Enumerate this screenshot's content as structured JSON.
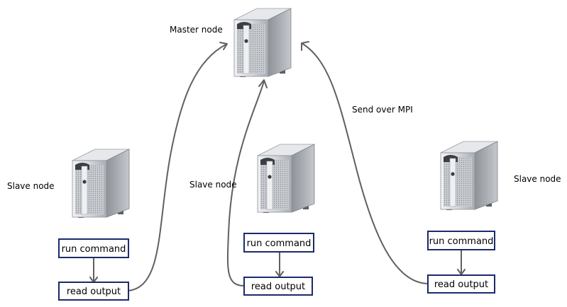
{
  "nodes": {
    "master": {
      "label": "Master node"
    },
    "slave_left": {
      "label": "Slave node",
      "boxes": {
        "run": "run command",
        "read": "read output"
      }
    },
    "slave_center": {
      "label": "Slave node",
      "boxes": {
        "run": "run command",
        "read": "read output"
      }
    },
    "slave_right": {
      "label": "Slave node",
      "boxes": {
        "run": "run command",
        "read": "read output"
      }
    }
  },
  "edge_labels": {
    "send": "Send over MPI"
  },
  "icons": {
    "server": "server-tower-icon"
  },
  "colors": {
    "box_border": "#1b2a6b",
    "arrow": "#606060",
    "server_body": "#b9bcc1",
    "server_front": "#d6d8dc"
  }
}
